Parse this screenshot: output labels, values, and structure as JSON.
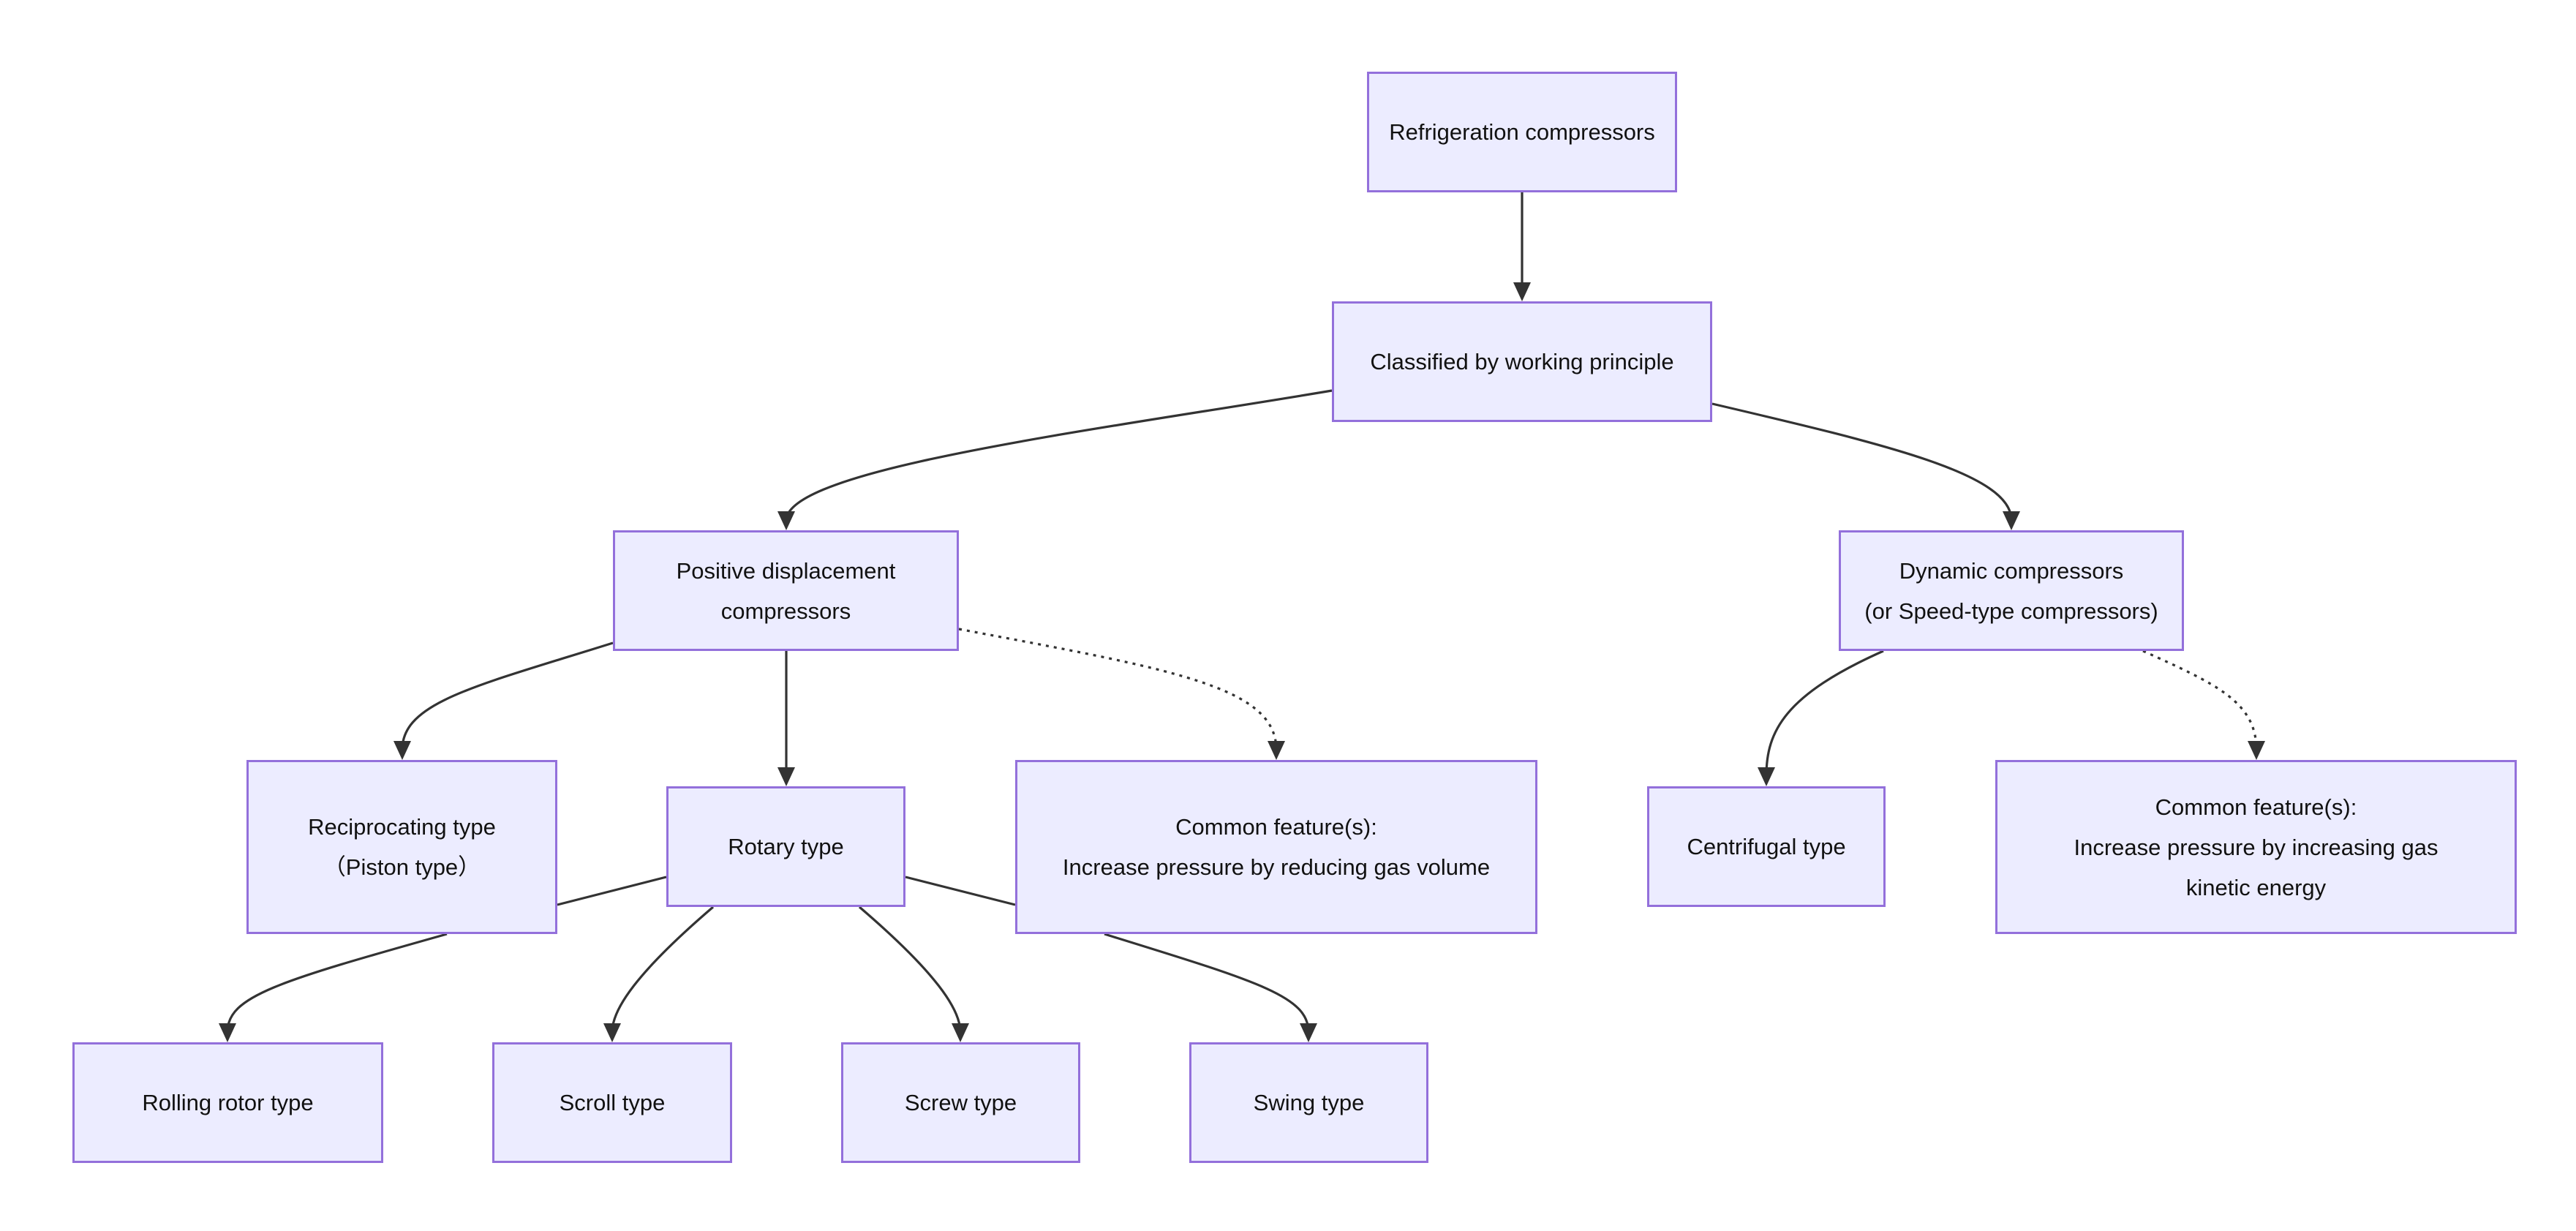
{
  "nodes": {
    "root": {
      "lines": [
        "Refrigeration compressors"
      ]
    },
    "principle": {
      "lines": [
        "Classified by working principle"
      ]
    },
    "positive": {
      "lines": [
        "Positive displacement",
        "compressors"
      ]
    },
    "dynamic": {
      "lines": [
        "Dynamic compressors",
        "(or Speed-type compressors)"
      ]
    },
    "reciprocating": {
      "lines": [
        "Reciprocating type",
        "（Piston type）"
      ]
    },
    "rotary": {
      "lines": [
        "Rotary type"
      ]
    },
    "common_pos": {
      "lines": [
        "Common feature(s):",
        "Increase pressure by reducing gas volume"
      ]
    },
    "centrifugal": {
      "lines": [
        "Centrifugal type"
      ]
    },
    "common_dyn": {
      "lines": [
        "Common feature(s):",
        "Increase pressure by increasing gas",
        "kinetic energy"
      ]
    },
    "rolling": {
      "lines": [
        "Rolling rotor type"
      ]
    },
    "scroll": {
      "lines": [
        "Scroll type"
      ]
    },
    "screw": {
      "lines": [
        "Screw type"
      ]
    },
    "swing": {
      "lines": [
        "Swing type"
      ]
    }
  },
  "edges": [
    {
      "from": "root",
      "to": "principle",
      "style": "solid"
    },
    {
      "from": "principle",
      "to": "positive",
      "style": "solid"
    },
    {
      "from": "principle",
      "to": "dynamic",
      "style": "solid"
    },
    {
      "from": "positive",
      "to": "reciprocating",
      "style": "solid"
    },
    {
      "from": "positive",
      "to": "rotary",
      "style": "solid"
    },
    {
      "from": "positive",
      "to": "common_pos",
      "style": "dotted"
    },
    {
      "from": "dynamic",
      "to": "centrifugal",
      "style": "solid"
    },
    {
      "from": "dynamic",
      "to": "common_dyn",
      "style": "dotted"
    },
    {
      "from": "rotary",
      "to": "rolling",
      "style": "solid"
    },
    {
      "from": "rotary",
      "to": "scroll",
      "style": "solid"
    },
    {
      "from": "rotary",
      "to": "screw",
      "style": "solid"
    },
    {
      "from": "rotary",
      "to": "swing",
      "style": "solid"
    }
  ],
  "colors": {
    "node_fill": "#ececff",
    "node_border": "#9370db",
    "edge": "#333333",
    "text": "#111111"
  }
}
